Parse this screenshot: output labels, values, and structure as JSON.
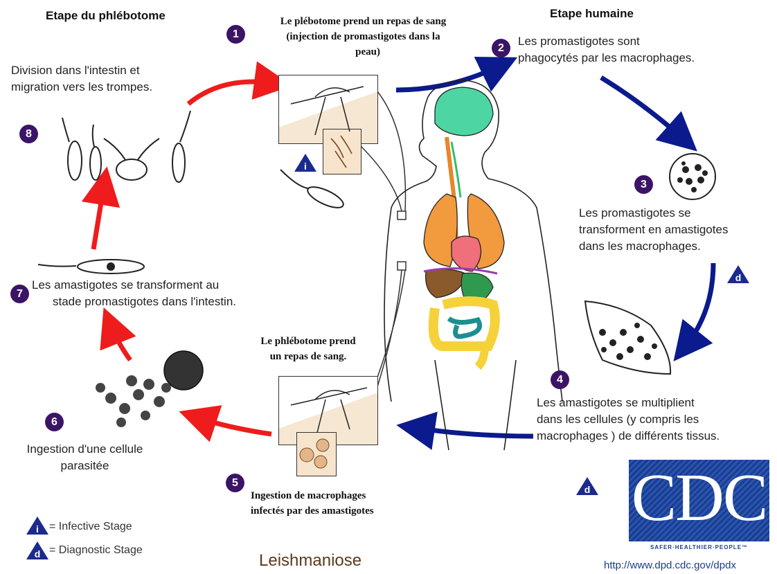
{
  "stages": {
    "sandfly_title": "Etape du phlébotome",
    "human_title": "Etape humaine"
  },
  "steps": [
    {
      "number": "1",
      "text": "Le plébotome prend un repas de sang (injection de promastigotes dans la peau)"
    },
    {
      "number": "2",
      "text": "Les promastigotes sont phagocytés par les macrophages."
    },
    {
      "number": "3",
      "text": "Les promastigotes se transforment en amastigotes dans les macrophages."
    },
    {
      "number": "4",
      "text": "Les amastigotes se multiplient dans les cellules (y compris les macrophages ) de différents tissus."
    },
    {
      "number": "5",
      "text": "Ingestion de macrophages infectés par des amastigotes"
    },
    {
      "number": "6",
      "text": "Ingestion d'une cellule parasitée"
    },
    {
      "number": "7",
      "text": "Les amastigotes se transforment au stade promastigotes dans l'intestin."
    },
    {
      "number": "8",
      "text": "Division dans l'intestin et migration vers les trompes."
    }
  ],
  "step1_lines": [
    "Le plébotome prend un repas de sang",
    "(injection de promastigotes dans la",
    "peau)"
  ],
  "step2_lines": [
    "Les promastigotes sont",
    "phagocytés par les macrophages."
  ],
  "step3_lines": [
    "Les promastigotes se",
    "transforment en amastigotes",
    "dans les macrophages."
  ],
  "step4_lines": [
    "Les amastigotes se multiplient",
    "dans les cellules (y compris les",
    "macrophages ) de différents tissus."
  ],
  "step5_lines": [
    "Ingestion de macrophages",
    "infectés par des amastigotes"
  ],
  "step5_top_lines": [
    "Le phlébotome prend",
    "un repas de sang."
  ],
  "step6_lines": [
    "Ingestion d'une cellule",
    "parasitée"
  ],
  "step7_lines": [
    "Les amastigotes se transforment au",
    "stade promastigotes dans l'intestin."
  ],
  "step8_lines": [
    "Division dans l'intestin et",
    "migration vers les trompes."
  ],
  "legend": {
    "infective_letter": "i",
    "infective_label": "= Infective Stage",
    "diagnostic_letter": "d",
    "diagnostic_label": "= Diagnostic Stage"
  },
  "title": "Leishmaniose",
  "cdc": {
    "logo_text": "CDC",
    "tagline": "SAFER·HEALTHIER·PEOPLE™",
    "url": "http://www.dpd.cdc.gov/dpdx"
  },
  "colors": {
    "badge": "#3b1466",
    "triangle": "#1c2a8e",
    "red_arrow": "#ee1c1c",
    "blue_arrow": "#0b1a8c",
    "cdc_blue": "#1a3d8f",
    "title": "#5a3a1a"
  }
}
